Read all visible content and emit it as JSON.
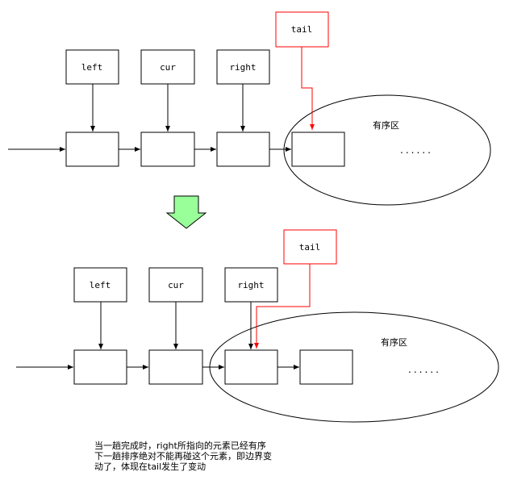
{
  "top": {
    "labels": {
      "left": "left",
      "cur": "cur",
      "right": "right",
      "tail": "tail"
    },
    "region_label": "有序区",
    "ellipsis": "......"
  },
  "transition_arrow_color": "#99ff99",
  "bottom": {
    "labels": {
      "left": "left",
      "cur": "cur",
      "right": "right",
      "tail": "tail"
    },
    "region_label": "有序区",
    "ellipsis": "......"
  },
  "caption": {
    "line1": "当一趟完成时，right所指向的元素已经有序",
    "line2": "下一趟排序绝对不能再碰这个元素，即边界变",
    "line3": "动了，体现在tail发生了变动"
  },
  "colors": {
    "tail": "#ff0000",
    "stroke": "#000000"
  }
}
